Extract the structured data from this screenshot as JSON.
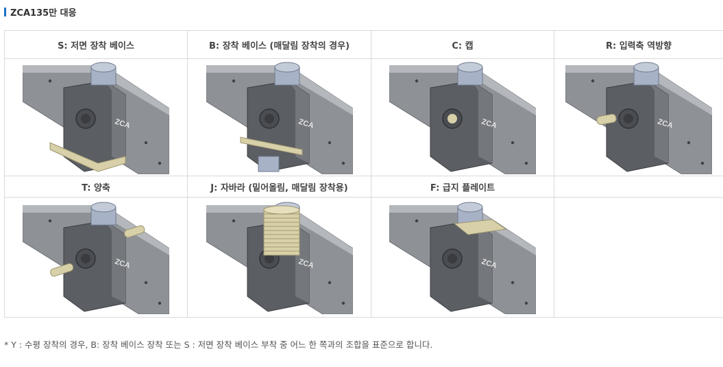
{
  "section": {
    "title": "ZCA135만 대응"
  },
  "options": [
    {
      "label": "S: 저면 장착 베이스",
      "icon": "bottom-mount-base-image"
    },
    {
      "label": "B: 장착 베이스 (매달림 장착의 경우)",
      "icon": "hanging-mount-base-image"
    },
    {
      "label": "C: 캡",
      "icon": "cap-image"
    },
    {
      "label": "R: 입력축 역방향",
      "icon": "reverse-input-shaft-image"
    },
    {
      "label": "T: 양축",
      "icon": "double-shaft-image"
    },
    {
      "label": "J: 자바라 (밑어올림, 매달림 장착용)",
      "icon": "bellows-image"
    },
    {
      "label": "F: 급지 플레이트",
      "icon": "feed-plate-image"
    }
  ],
  "gearbox_text": "ZCA",
  "footnote": "* Y : 수평 장착의 경우, B: 장착 베이스 장착 또는 S : 저면 장착 베이스 부착 중 어느 한 쪽과의 조합을 표준으로 합니다.",
  "colors": {
    "accent": "#1a73c8",
    "border": "#d9d9d9",
    "beam": "#8e9196",
    "gearbox": "#5b5e63",
    "motor": "#a7b2c6",
    "option_part": "#d8d0a8"
  }
}
